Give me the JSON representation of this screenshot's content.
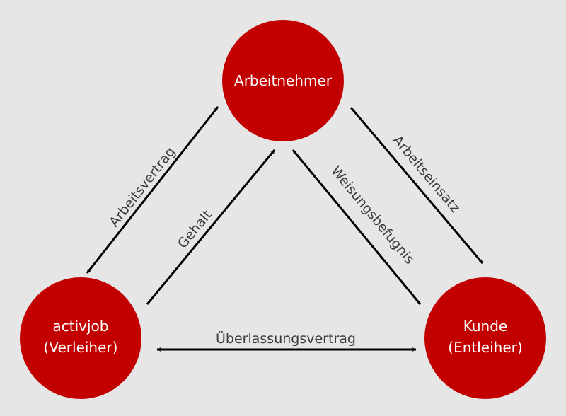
{
  "nodes": {
    "arbeitnehmer": {
      "lines": [
        "Arbeitnehmer"
      ]
    },
    "verleiher": {
      "lines": [
        "activjob",
        "(Verleiher)"
      ]
    },
    "entleiher": {
      "lines": [
        "Kunde",
        "(Entleiher)"
      ]
    }
  },
  "edges": {
    "arbeitsvertrag": "Arbeitsvertrag",
    "gehalt": "Gehalt",
    "weisungsbefugnis": "Weisungsbefugnis",
    "arbeitseinsatz": "Arbeitseinsatz",
    "ueberlassungsvertrag": "Überlassungsvertrag"
  },
  "colors": {
    "background": "#e6e6e6",
    "node_fill": "#c30000",
    "node_text": "#ffffff",
    "arrow": "#000000",
    "label_text": "#3a3a3a"
  }
}
